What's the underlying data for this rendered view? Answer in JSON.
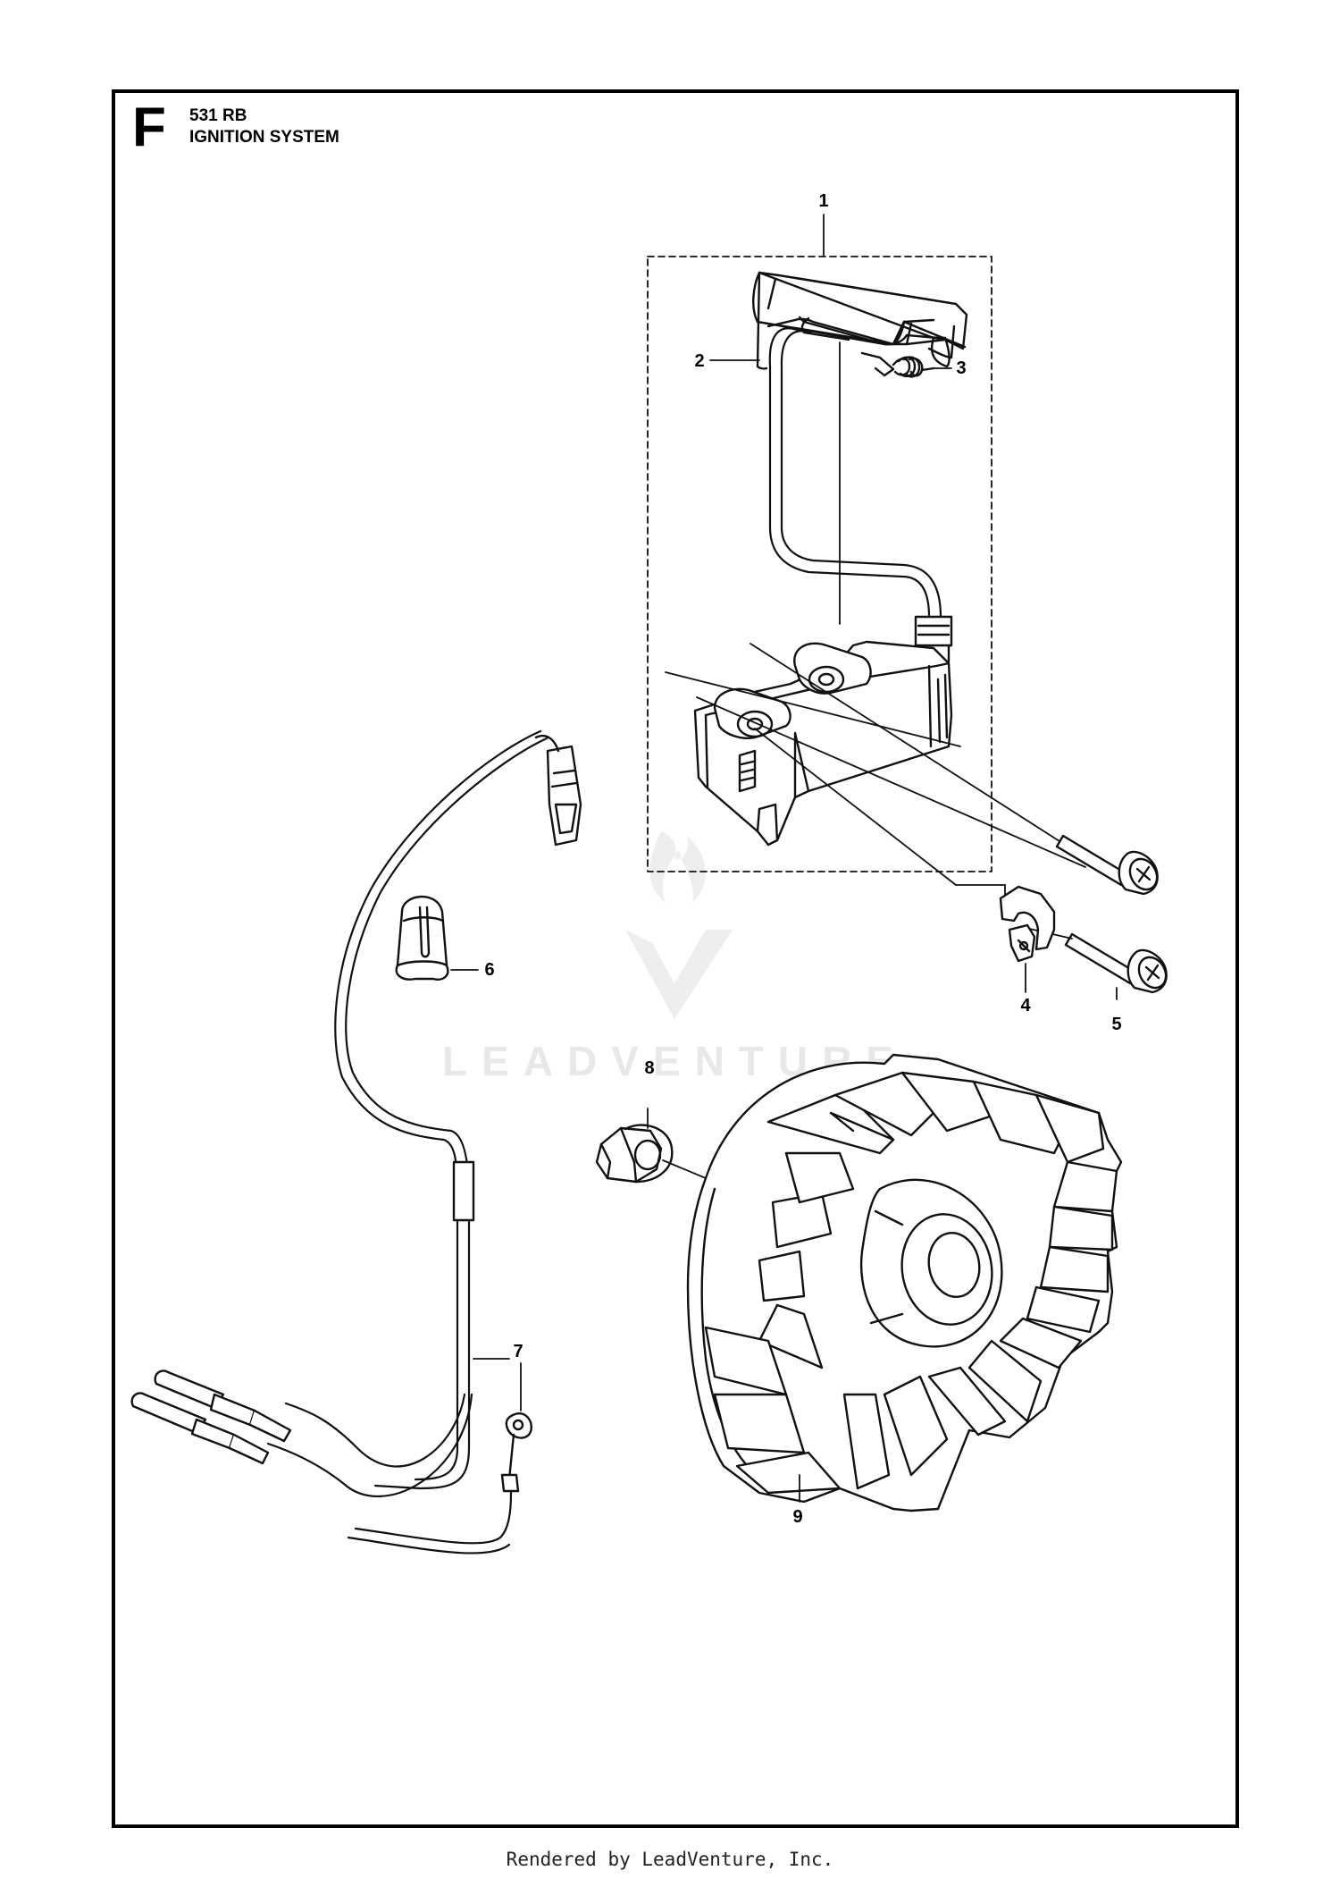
{
  "header": {
    "section_letter": "F",
    "model": "531 RB",
    "title": "IGNITION SYSTEM"
  },
  "callouts": [
    "1",
    "2",
    "3",
    "4",
    "5",
    "6",
    "7",
    "8",
    "9"
  ],
  "watermark": "LEADVENTURE",
  "footer": "Rendered by LeadVenture, Inc."
}
